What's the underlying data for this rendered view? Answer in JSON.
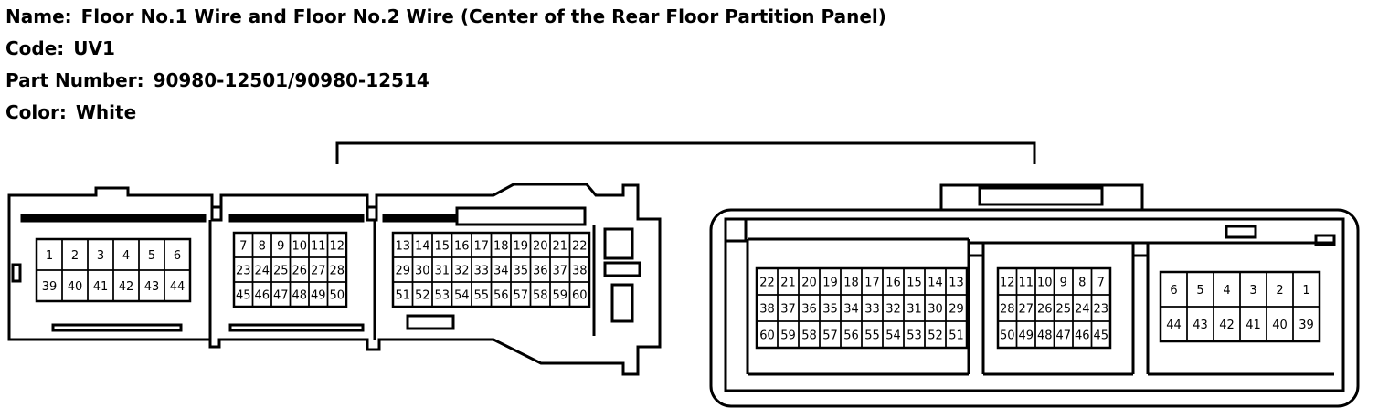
{
  "header": {
    "name_label": "Name:",
    "name_value": "Floor No.1 Wire and Floor No.2 Wire (Center of the Rear Floor Partition Panel)",
    "code_label": "Code:",
    "code_value": "UV1",
    "part_label": "Part Number:",
    "part_value": "90980-12501/90980-12514",
    "color_label": "Color:",
    "color_value": "White"
  },
  "connectors": {
    "left": {
      "block_a": [
        [
          "1",
          "2",
          "3",
          "4",
          "5",
          "6"
        ],
        [
          "39",
          "40",
          "41",
          "42",
          "43",
          "44"
        ]
      ],
      "block_b": [
        [
          "7",
          "8",
          "9",
          "10",
          "11",
          "12"
        ],
        [
          "23",
          "24",
          "25",
          "26",
          "27",
          "28"
        ],
        [
          "45",
          "46",
          "47",
          "48",
          "49",
          "50"
        ]
      ],
      "block_c": [
        [
          "13",
          "14",
          "15",
          "16",
          "17",
          "18",
          "19",
          "20",
          "21",
          "22"
        ],
        [
          "29",
          "30",
          "31",
          "32",
          "33",
          "34",
          "35",
          "36",
          "37",
          "38"
        ],
        [
          "51",
          "52",
          "53",
          "54",
          "55",
          "56",
          "57",
          "58",
          "59",
          "60"
        ]
      ]
    },
    "right": {
      "block_c": [
        [
          "22",
          "21",
          "20",
          "19",
          "18",
          "17",
          "16",
          "15",
          "14",
          "13"
        ],
        [
          "38",
          "37",
          "36",
          "35",
          "34",
          "33",
          "32",
          "31",
          "30",
          "29"
        ],
        [
          "60",
          "59",
          "58",
          "57",
          "56",
          "55",
          "54",
          "53",
          "52",
          "51"
        ]
      ],
      "block_b": [
        [
          "12",
          "11",
          "10",
          "9",
          "8",
          "7"
        ],
        [
          "28",
          "27",
          "26",
          "25",
          "24",
          "23"
        ],
        [
          "50",
          "49",
          "48",
          "47",
          "46",
          "45"
        ]
      ],
      "block_a": [
        [
          "6",
          "5",
          "4",
          "3",
          "2",
          "1"
        ],
        [
          "44",
          "43",
          "42",
          "41",
          "40",
          "39"
        ]
      ]
    }
  }
}
